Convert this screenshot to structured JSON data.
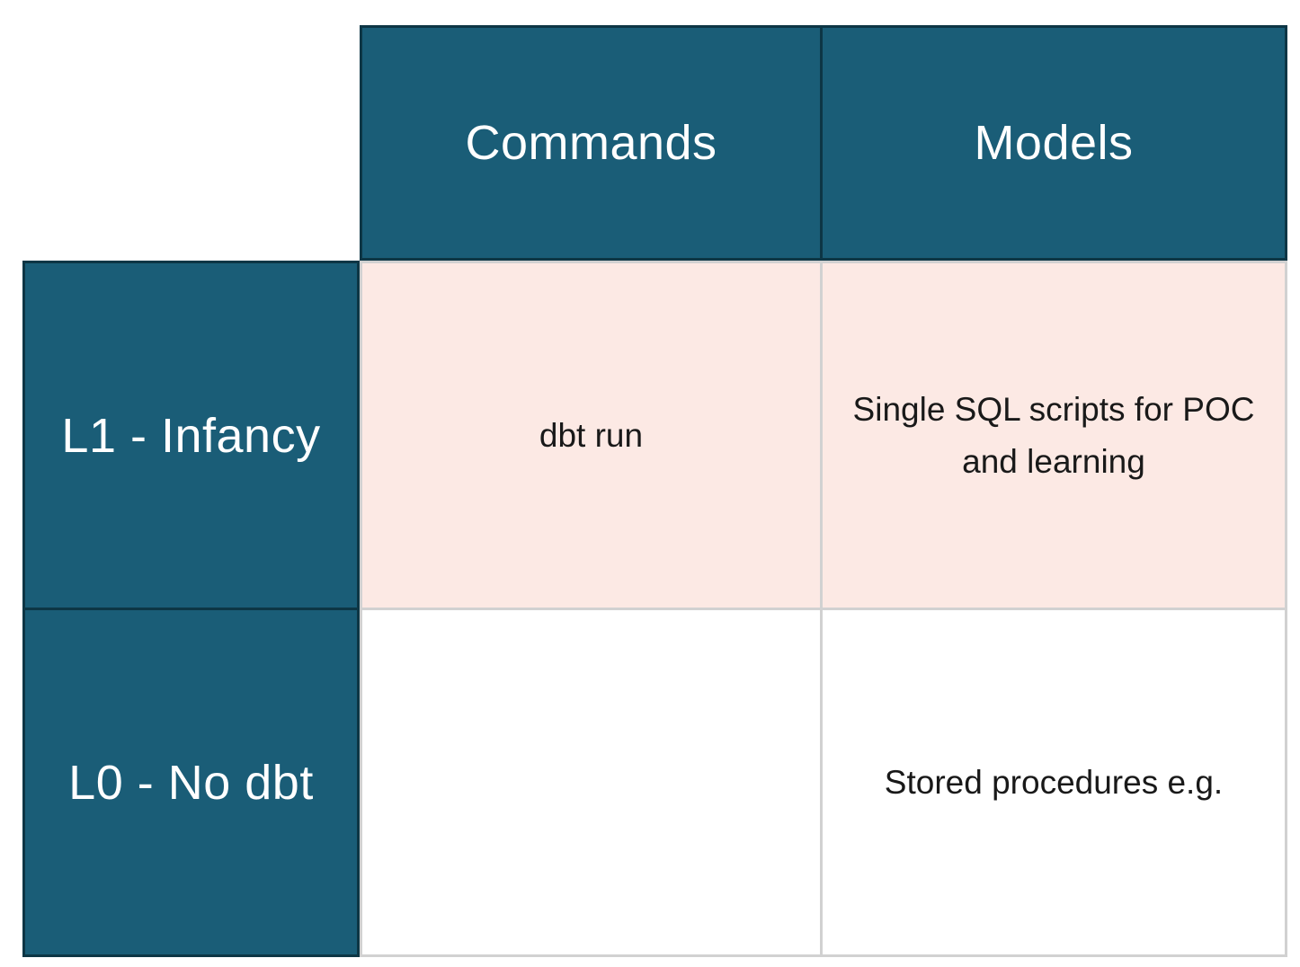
{
  "table": {
    "corner": "",
    "column_headers": [
      {
        "label": "Commands"
      },
      {
        "label": "Models"
      }
    ],
    "rows": [
      {
        "header": "L1 - Infancy",
        "cells": [
          {
            "text": "dbt run"
          },
          {
            "text": "Single SQL scripts for POC and learning"
          }
        ]
      },
      {
        "header": "L0 - No dbt",
        "cells": [
          {
            "text": ""
          },
          {
            "text": "Stored procedures e.g."
          }
        ]
      }
    ]
  },
  "colors": {
    "header_bg": "#1a5d77",
    "header_border": "#0d3645",
    "header_text": "#ffffff",
    "l1_row_bg": "#fce9e4",
    "l0_row_bg": "#ffffff",
    "grid_border": "#d1d1d1",
    "cell_text": "#191919"
  }
}
